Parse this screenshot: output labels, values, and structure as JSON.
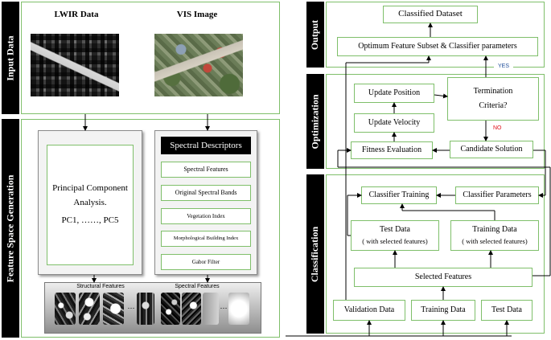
{
  "left": {
    "input_data": {
      "title": "Input Data",
      "lwir_label": "LWIR Data",
      "vis_label": "VIS Image"
    },
    "feature_space": {
      "title": "Feature Space Generation",
      "pca": {
        "line1": "Principal Component",
        "line2": "Analysis.",
        "line3": "PC1, ……, PC5"
      },
      "spectral_descriptors": {
        "header": "Spectral Descriptors",
        "items": [
          "Spectral Features",
          "Original Spectral Bands",
          "Vegetation Index",
          "Morphological Building Index",
          "Gabor Filter"
        ]
      },
      "strip": {
        "structural_label": "Structural Features",
        "spectral_label": "Spectral Features",
        "ellipsis": "…"
      }
    }
  },
  "right": {
    "output": {
      "title": "Output",
      "classified_dataset": "Classified Dataset",
      "optimum": "Optimum Feature Subset & Classifier parameters",
      "yes": "YES"
    },
    "optimization": {
      "title": "Optimization",
      "update_position": "Update Position",
      "termination_line1": "Termination",
      "termination_line2": "Criteria?",
      "no": "NO",
      "update_velocity": "Update Velocity",
      "fitness": "Fitness Evaluation",
      "candidate": "Candidate Solution"
    },
    "classification": {
      "title": "Classification",
      "classifier_training": "Classifier Training",
      "classifier_parameters": "Classifier Parameters",
      "test_data_title": "Test Data",
      "test_data_sub": "( with selected features)",
      "training_data_title": "Training Data",
      "training_data_sub": "( with selected features)",
      "selected_features": "Selected Features",
      "validation_data": "Validation Data",
      "training_data": "Training Data",
      "test_data": "Test Data"
    }
  },
  "colors": {
    "panel_border": "#7fbf6a",
    "sidebar": "#000000",
    "no_label": "#e0121a",
    "yes_label": "#1f4e9a"
  }
}
